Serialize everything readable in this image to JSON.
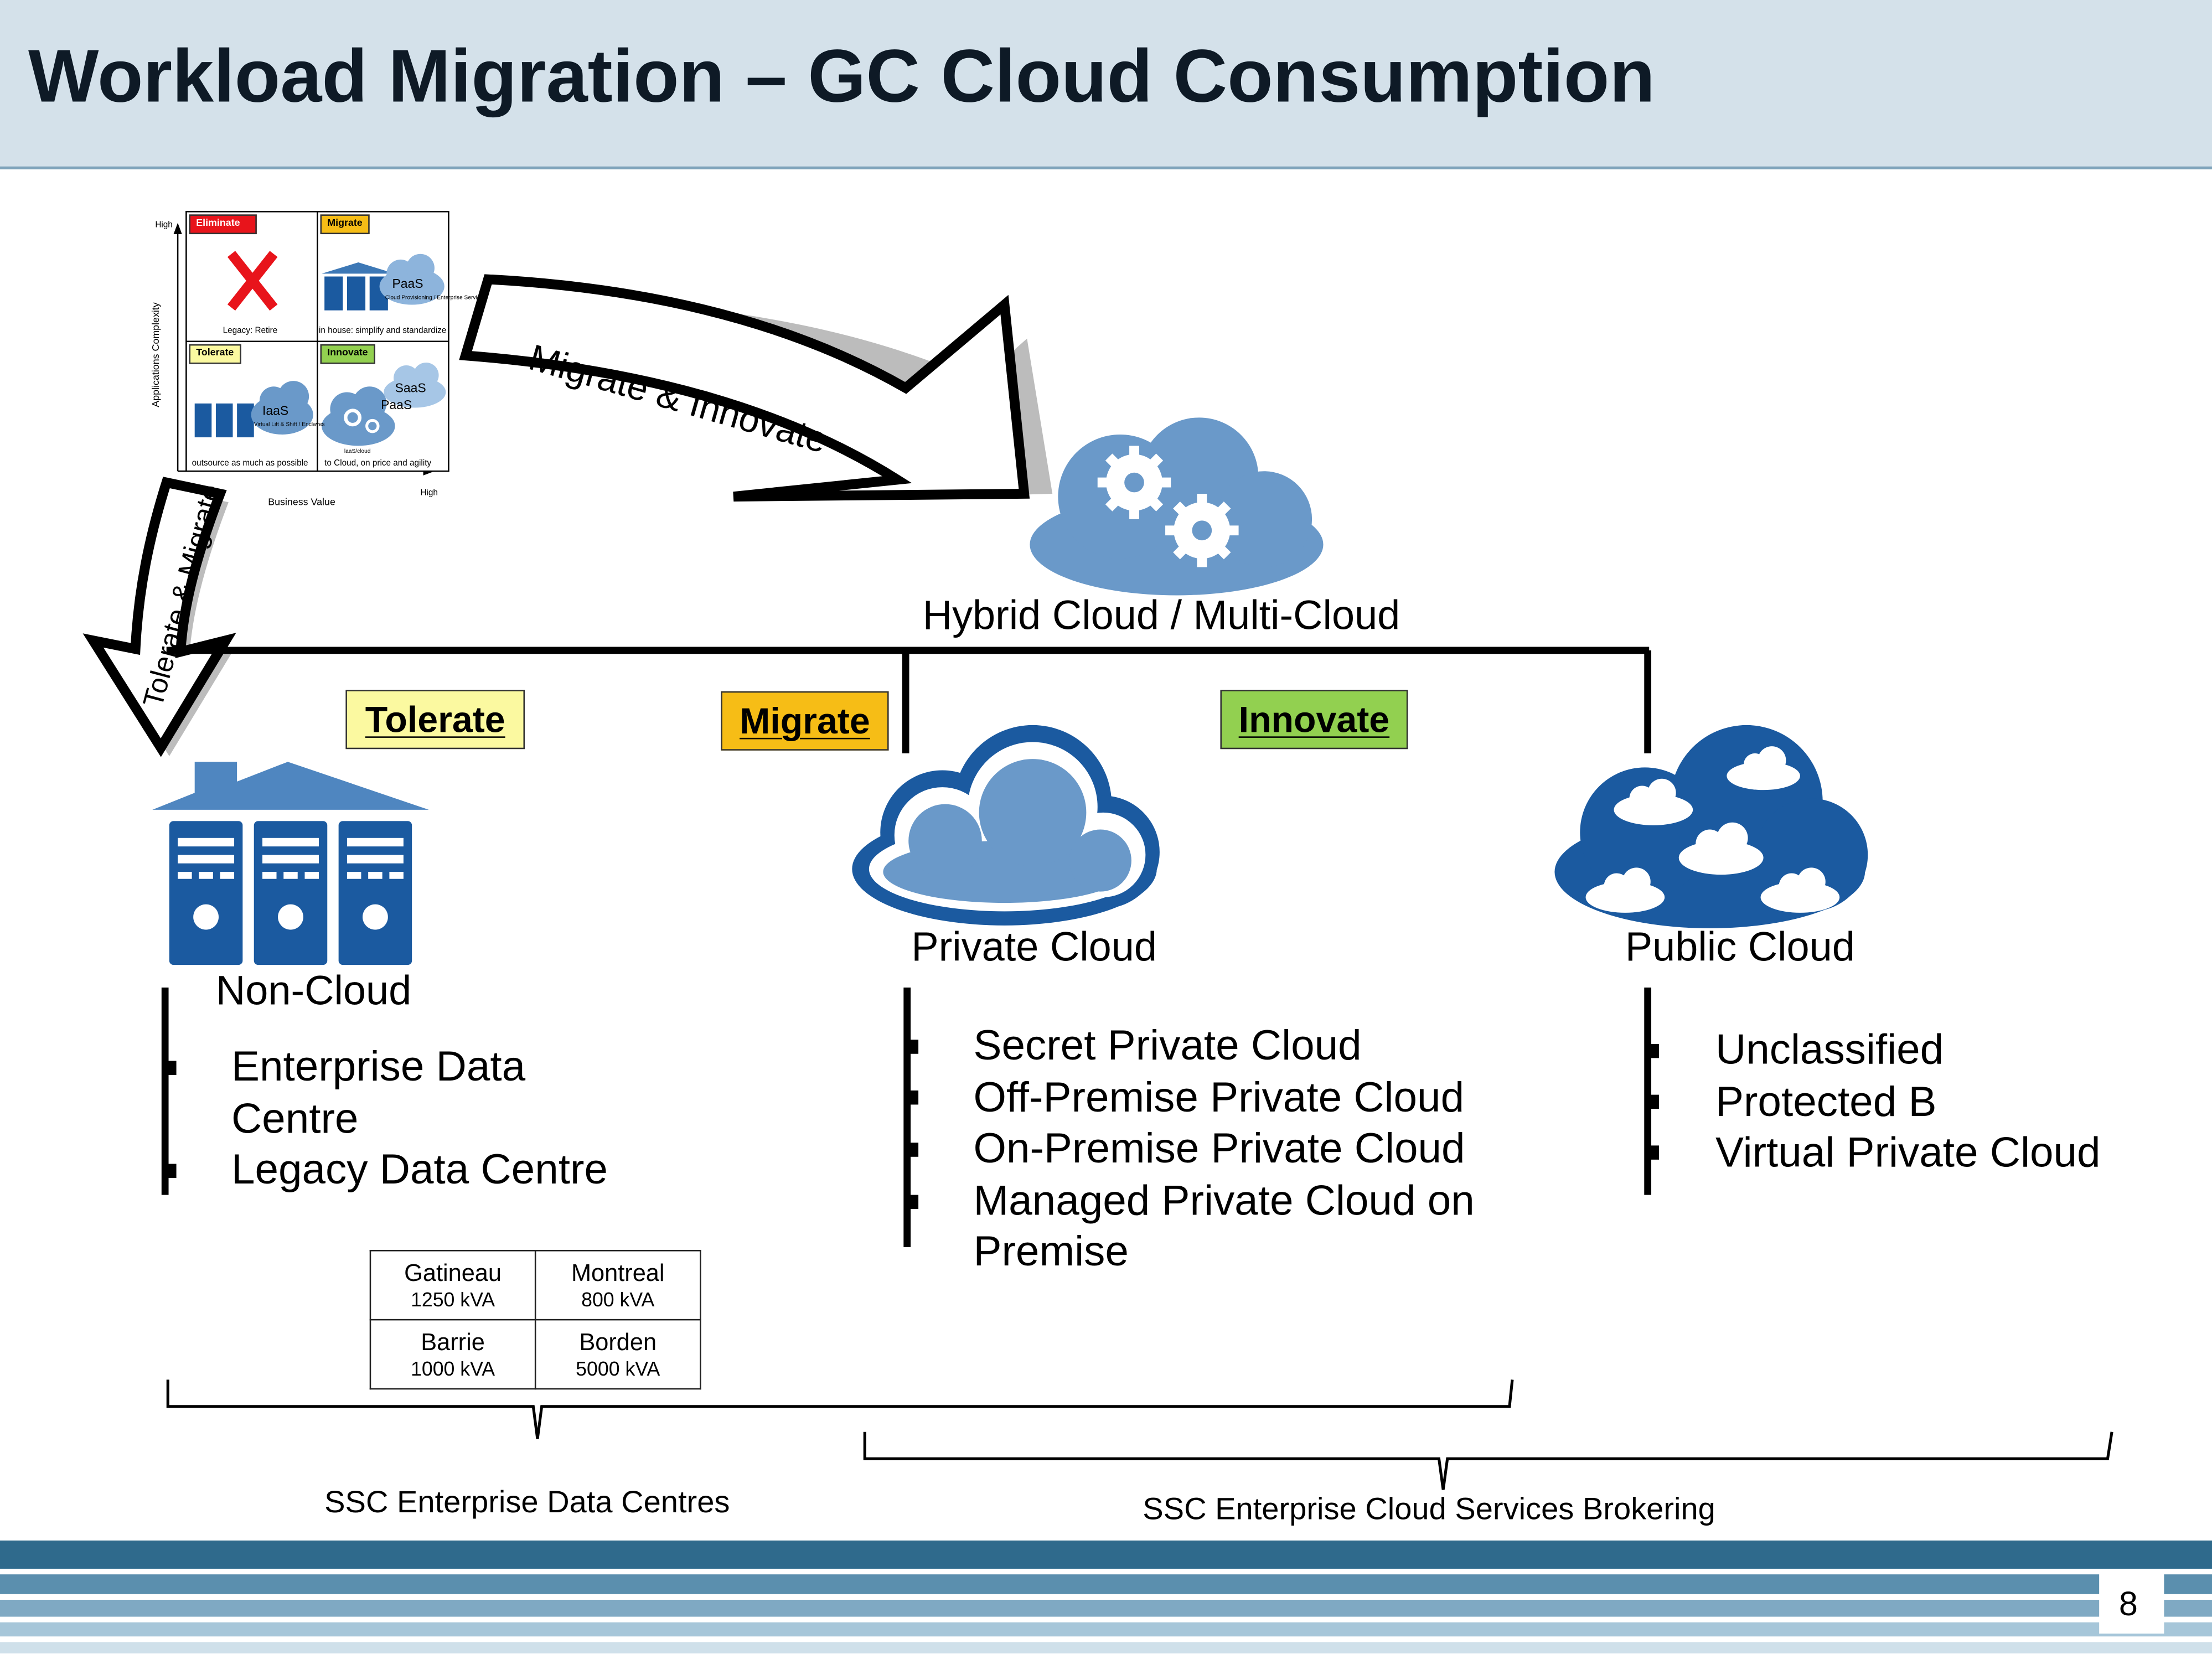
{
  "header": {
    "title": "Workload Migration – GC Cloud Consumption"
  },
  "colors": {
    "header_bg": "#d4e1ea",
    "cloud_blue": "#6a99c9",
    "dark_blue": "#1b5aa0",
    "tolerate": "#fbf9a0",
    "migrate": "#f6bd16",
    "innovate": "#92d050",
    "eliminate": "#e8141b"
  },
  "matrix": {
    "y_axis": "Applications Complexity",
    "x_axis": "Business Value",
    "high_y": "High",
    "high_x": "High",
    "quadrants": [
      {
        "label": "Eliminate",
        "caption": "Legacy: Retire",
        "icon": "x-icon"
      },
      {
        "label": "Migrate",
        "caption": "in house: simplify and standardize",
        "cloud": "PaaS",
        "sub": "Cloud Provisioning / Enterprise Services"
      },
      {
        "label": "Tolerate",
        "caption": "outsource as much as possible",
        "cloud": "IaaS",
        "sub": "Virtual Lift & Shift / Enclaves"
      },
      {
        "label": "Innovate",
        "caption": "to Cloud, on price and agility",
        "cloud_a": "SaaS",
        "cloud_b": "PaaS",
        "sub": "laaS/cloud"
      }
    ]
  },
  "arrows": {
    "migrate_innovate": "Migrate & Innovate",
    "tolerate_migrate": "Tolerate & Migrate"
  },
  "hybrid": {
    "label": "Hybrid Cloud  / Multi-Cloud",
    "icon": "gear-cloud-icon"
  },
  "tags": {
    "tolerate": "Tolerate",
    "migrate": "Migrate",
    "innovate": "Innovate"
  },
  "non_cloud": {
    "label": "Non-Cloud",
    "items": [
      "Enterprise Data Centre",
      "Legacy Data Centre"
    ]
  },
  "private_cloud": {
    "label": "Private Cloud",
    "items": [
      "Secret Private Cloud",
      "Off-Premise Private Cloud",
      "On-Premise Private Cloud",
      "Managed Private Cloud on Premise"
    ]
  },
  "public_cloud": {
    "label": "Public Cloud",
    "items": [
      "Unclassified",
      "Protected B",
      "Virtual Private Cloud"
    ]
  },
  "data_centres": [
    {
      "city": "Gatineau",
      "kva": "1250 kVA"
    },
    {
      "city": "Montreal",
      "kva": "800 kVA"
    },
    {
      "city": "Barrie",
      "kva": "1000 kVA"
    },
    {
      "city": "Borden",
      "kva": "5000 kVA"
    }
  ],
  "captions": {
    "left": "SSC Enterprise Data Centres",
    "right": "SSC Enterprise Cloud Services Brokering"
  },
  "page_number": "8"
}
